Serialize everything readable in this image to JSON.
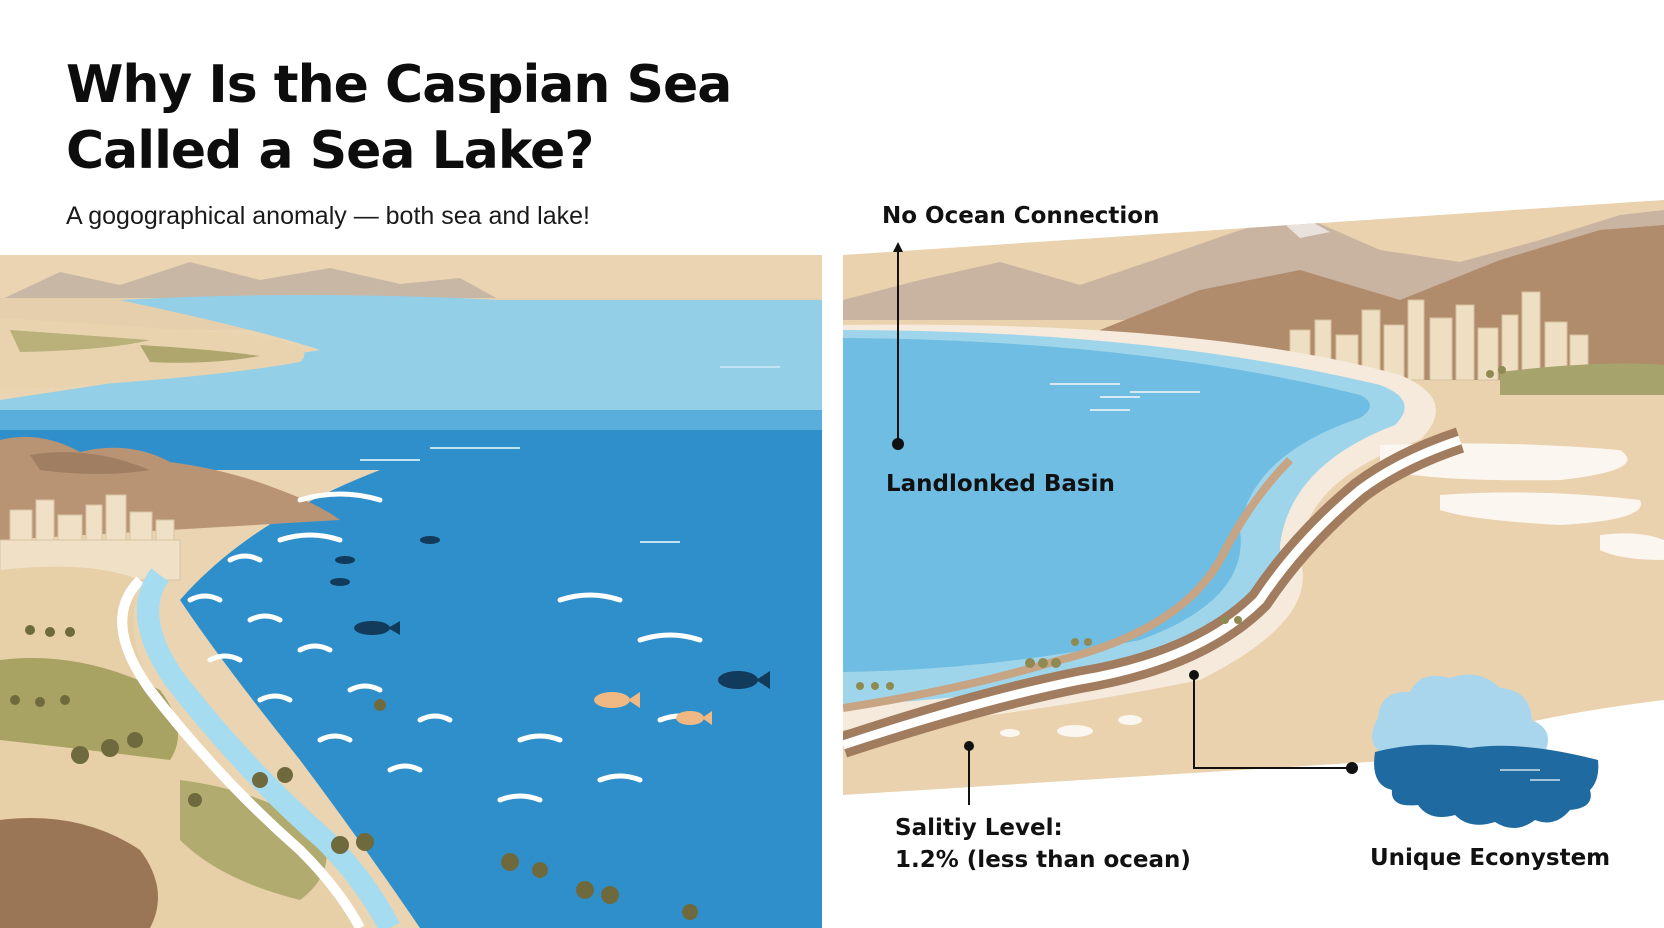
{
  "title_line1": "Why Is the Caspian Sea",
  "title_line2": "Called a Sea Lake?",
  "subtitle": "A gogographical anomaly — both sea and lake!",
  "labels": {
    "ocean_connection": "No Ocean Connection",
    "basin": "Landlonked Basin",
    "salinity_line1": "Salitiy Level:",
    "salinity_line2": "1.2% (less than ocean)",
    "ecosystem": "Unique Econystem"
  },
  "colors": {
    "deep_water": "#2f8fcb",
    "light_water": "#8fd0e6",
    "sand": "#e8d2b0",
    "mountain": "#bfa88f",
    "grass": "#a8a56a",
    "earth": "#9b7555",
    "dark_water": "#1f6aa0"
  }
}
